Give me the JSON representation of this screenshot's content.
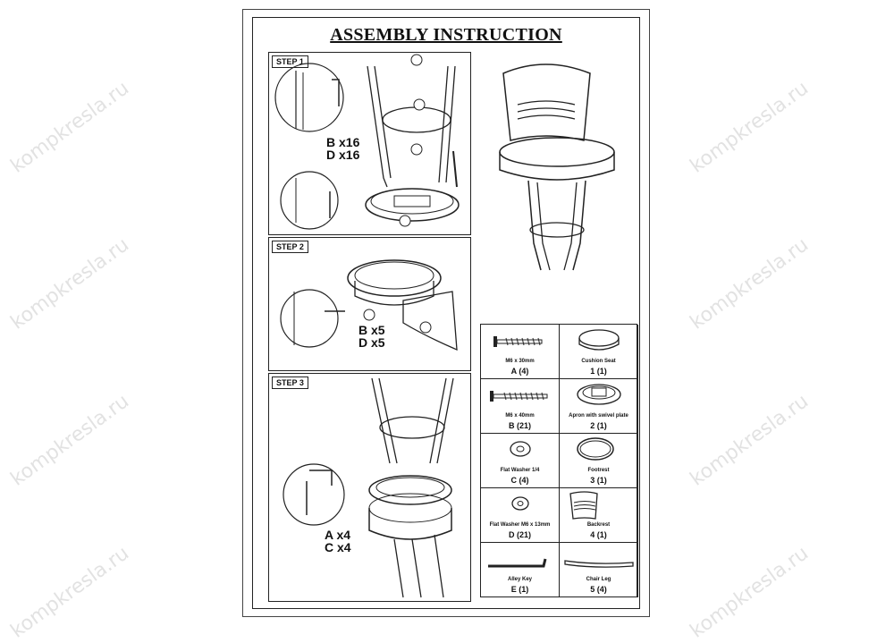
{
  "title": "ASSEMBLY INSTRUCTION",
  "steps": [
    {
      "label": "STEP 1",
      "quantities": [
        "B x16",
        "D x16"
      ]
    },
    {
      "label": "STEP 2",
      "quantities": [
        "B x5",
        "D x5"
      ]
    },
    {
      "label": "STEP 3",
      "quantities": [
        "A x4",
        "C x4"
      ]
    }
  ],
  "parts": [
    {
      "sub": "M6 x 30mm",
      "id": "A (4)"
    },
    {
      "sub": "Cushion Seat",
      "id": "1 (1)"
    },
    {
      "sub": "M6 x 40mm",
      "id": "B (21)"
    },
    {
      "sub": "Apron with swivel plate",
      "id": "2 (1)"
    },
    {
      "sub": "Flat Washer 1/4",
      "id": "C (4)"
    },
    {
      "sub": "Footrest",
      "id": "3 (1)"
    },
    {
      "sub": "Flat Washer M6 x 13mm",
      "id": "D (21)"
    },
    {
      "sub": "Backrest",
      "id": "4 (1)"
    },
    {
      "sub": "Alley Key",
      "id": "E (1)"
    },
    {
      "sub": "Chair Leg",
      "id": "5 (4)"
    }
  ],
  "watermark": "kompkresla.ru"
}
